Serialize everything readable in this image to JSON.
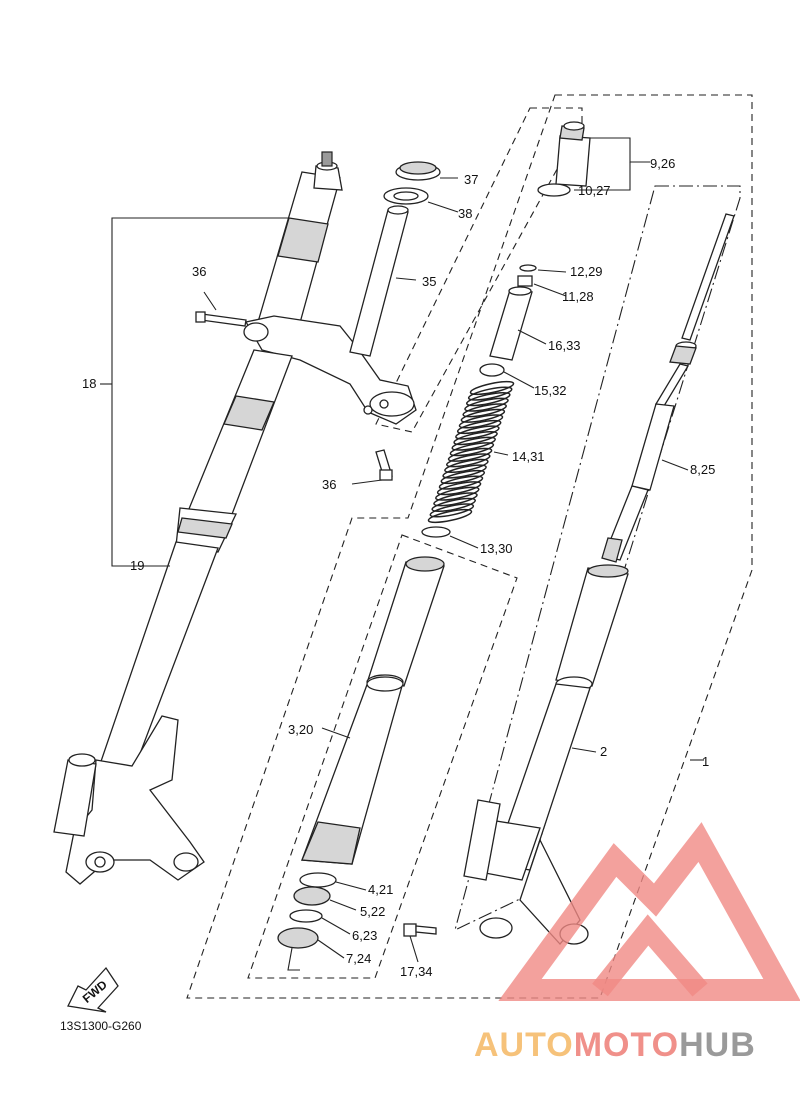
{
  "diagram": {
    "code": "13S1300-G260",
    "fwd_label": "FWD",
    "callouts": {
      "p1": "1",
      "p2": "2",
      "p3": "3,20",
      "p4": "4,21",
      "p5": "5,22",
      "p6": "6,23",
      "p7": "7,24",
      "p8": "8,25",
      "p9": "9,26",
      "p10": "10,27",
      "p11": "11,28",
      "p12": "12,29",
      "p13": "13,30",
      "p14": "14,31",
      "p15": "15,32",
      "p16": "16,33",
      "p17": "17,34",
      "p18": "18",
      "p19": "19",
      "p35": "35",
      "p36a": "36",
      "p36b": "36",
      "p37": "37",
      "p38": "38"
    }
  },
  "watermark": {
    "part1": "AUTO",
    "part2": "MOTO",
    "part3": "HUB",
    "colors": {
      "auto": "#f6c27a",
      "moto": "#f0908a",
      "hub": "#9a9a9a",
      "triangle": "#f08a84"
    }
  }
}
